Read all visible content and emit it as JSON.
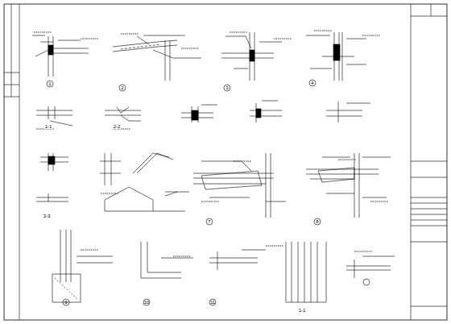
{
  "diagram": {
    "labels": [
      "1",
      "2",
      "3",
      "4",
      "1-1",
      "2-2",
      "3-3",
      "7",
      "8",
      "9",
      "10",
      "11",
      "1-1"
    ]
  }
}
